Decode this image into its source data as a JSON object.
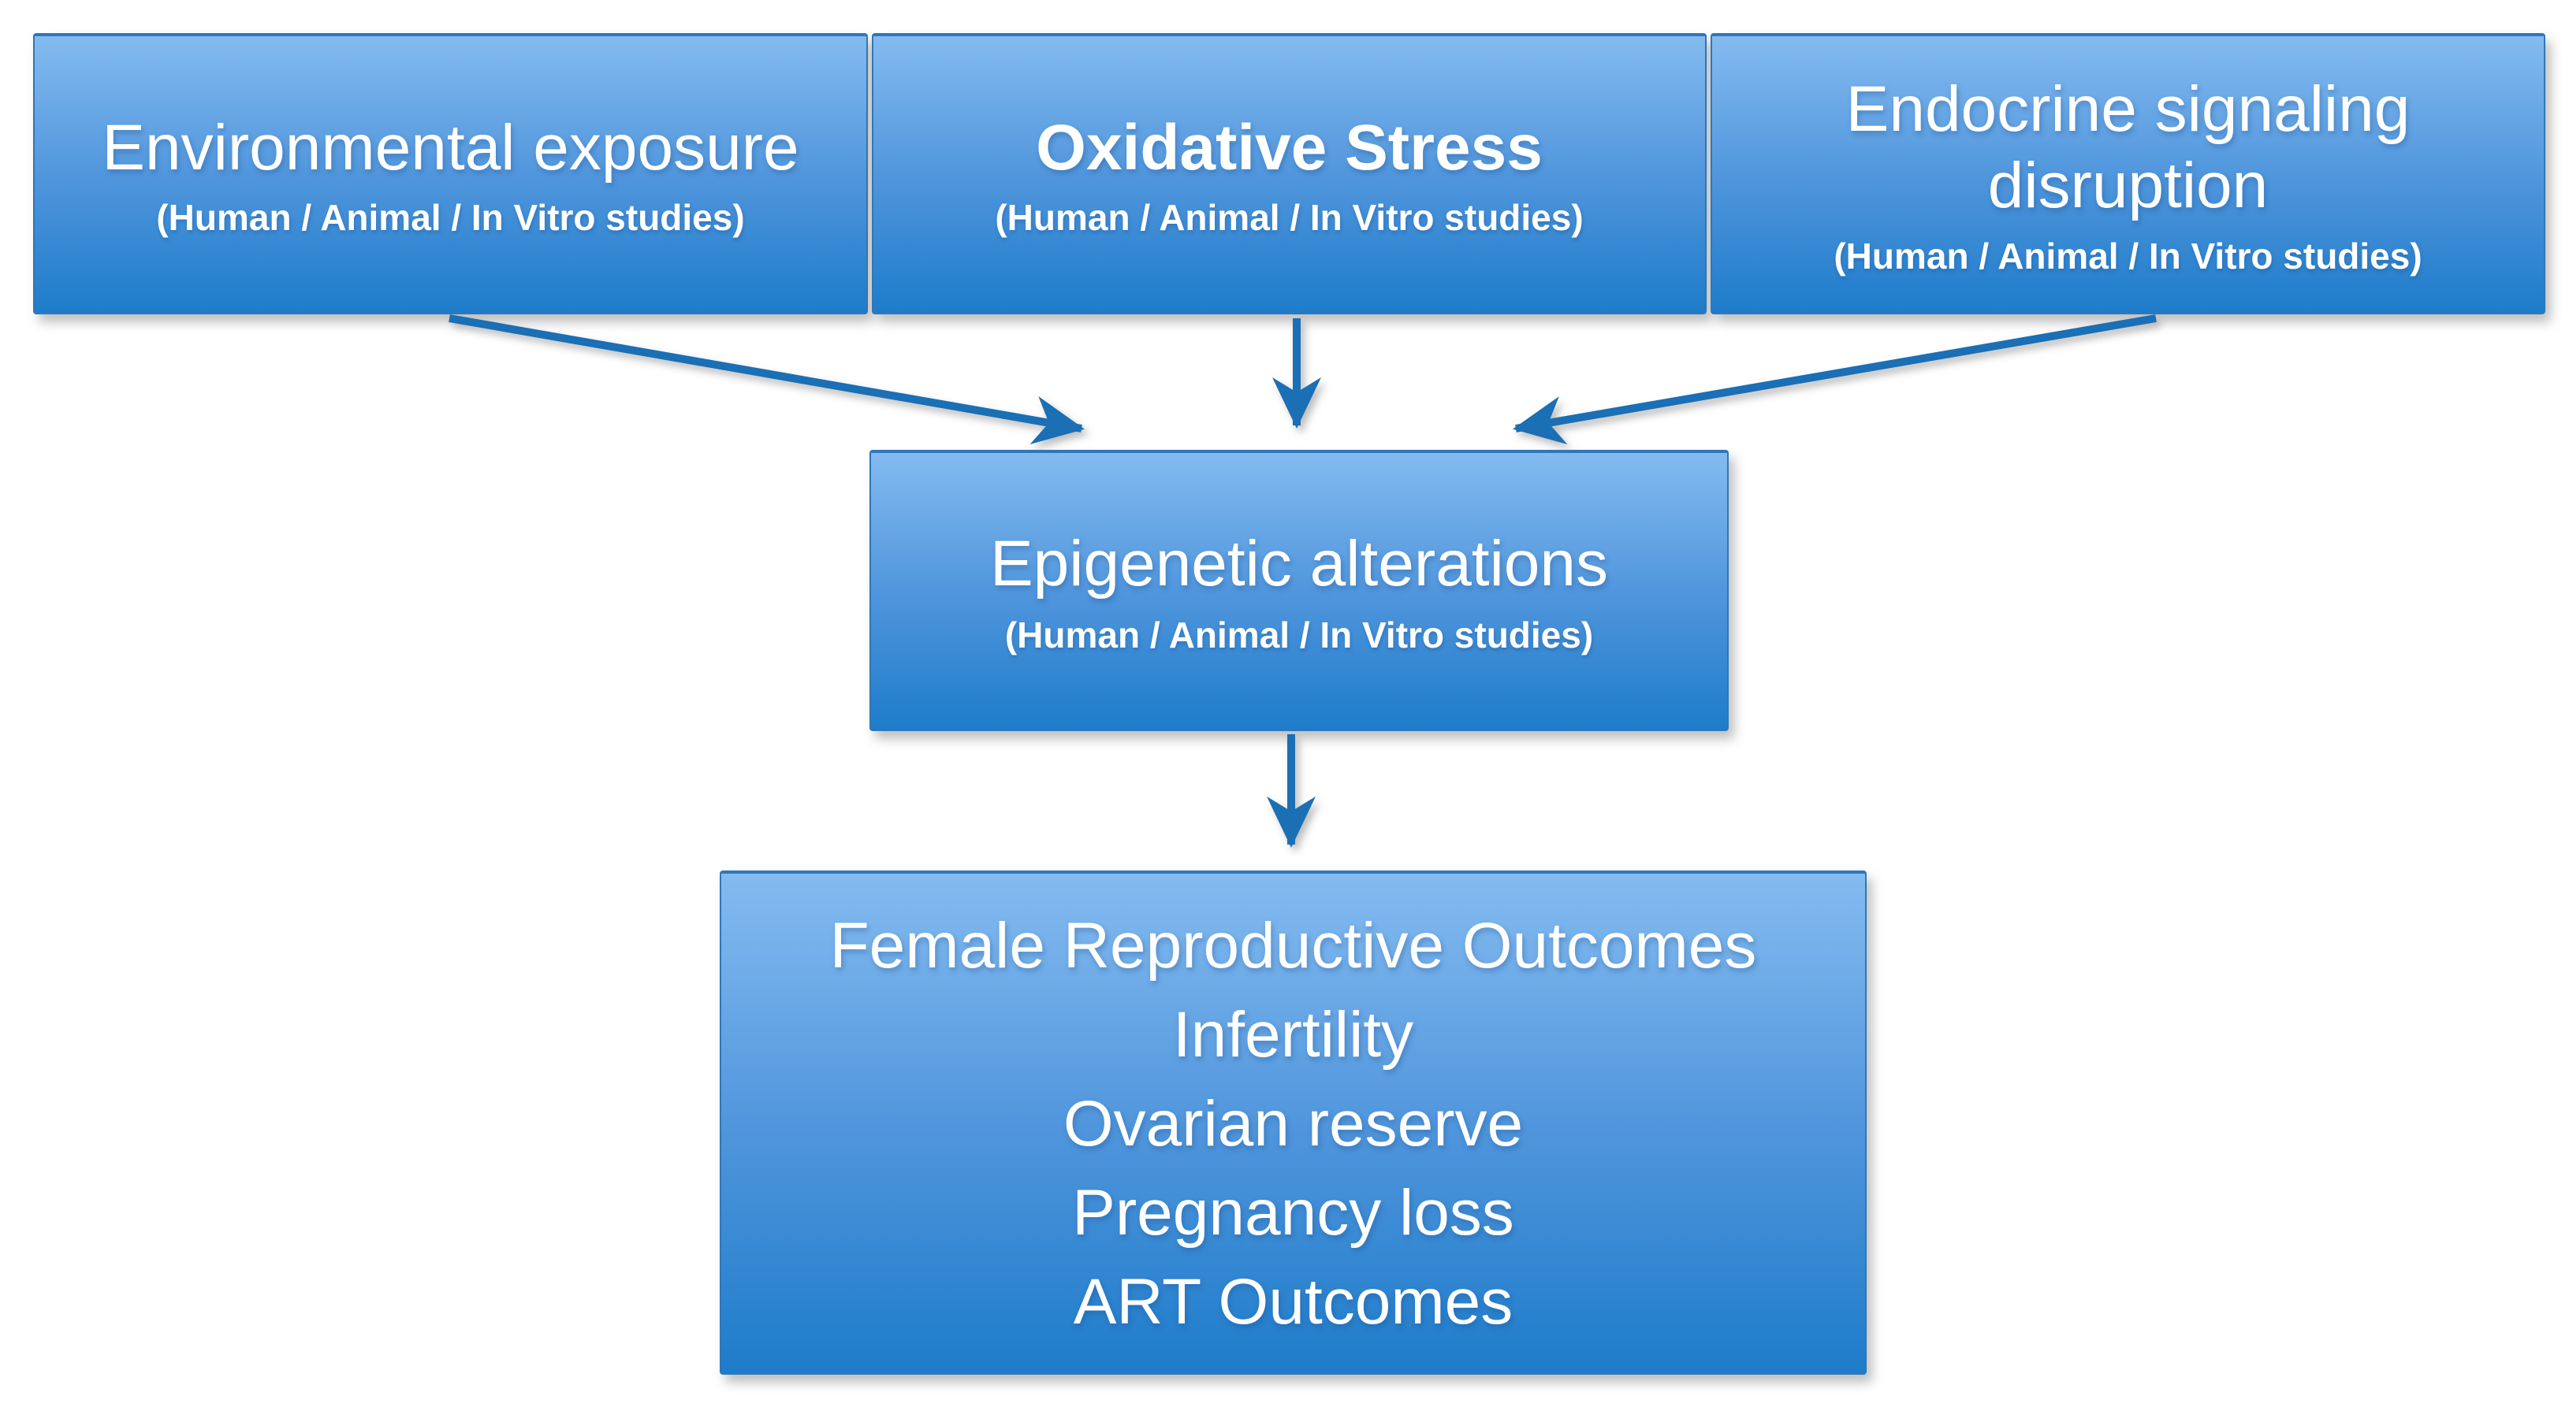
{
  "colors": {
    "background": "#ffffff",
    "box_gradient_top": "#84bbf0",
    "box_gradient_mid": "#4f95dc",
    "box_gradient_bottom": "#1e7cca",
    "box_border": "#2f77b8",
    "arrow": "#1a6fb5",
    "text": "#ffffff"
  },
  "top_row": [
    {
      "title": "Environmental exposure",
      "subtitle": "(Human / Animal / In Vitro studies)"
    },
    {
      "title": "Oxidative Stress",
      "subtitle": "(Human / Animal / In Vitro studies)"
    },
    {
      "title": "Endocrine signaling disruption",
      "subtitle": "(Human / Animal / In Vitro studies)"
    }
  ],
  "middle_box": {
    "title": "Epigenetic alterations",
    "subtitle": "(Human / Animal / In Vitro studies)"
  },
  "bottom_box": {
    "lines": [
      "Female Reproductive Outcomes",
      "Infertility",
      "Ovarian reserve",
      "Pregnancy loss",
      "ART Outcomes"
    ]
  },
  "edges": [
    {
      "from": "environmental-exposure",
      "to": "epigenetic-alterations"
    },
    {
      "from": "oxidative-stress",
      "to": "epigenetic-alterations"
    },
    {
      "from": "endocrine-signaling-disruption",
      "to": "epigenetic-alterations"
    },
    {
      "from": "epigenetic-alterations",
      "to": "female-reproductive-outcomes"
    }
  ]
}
